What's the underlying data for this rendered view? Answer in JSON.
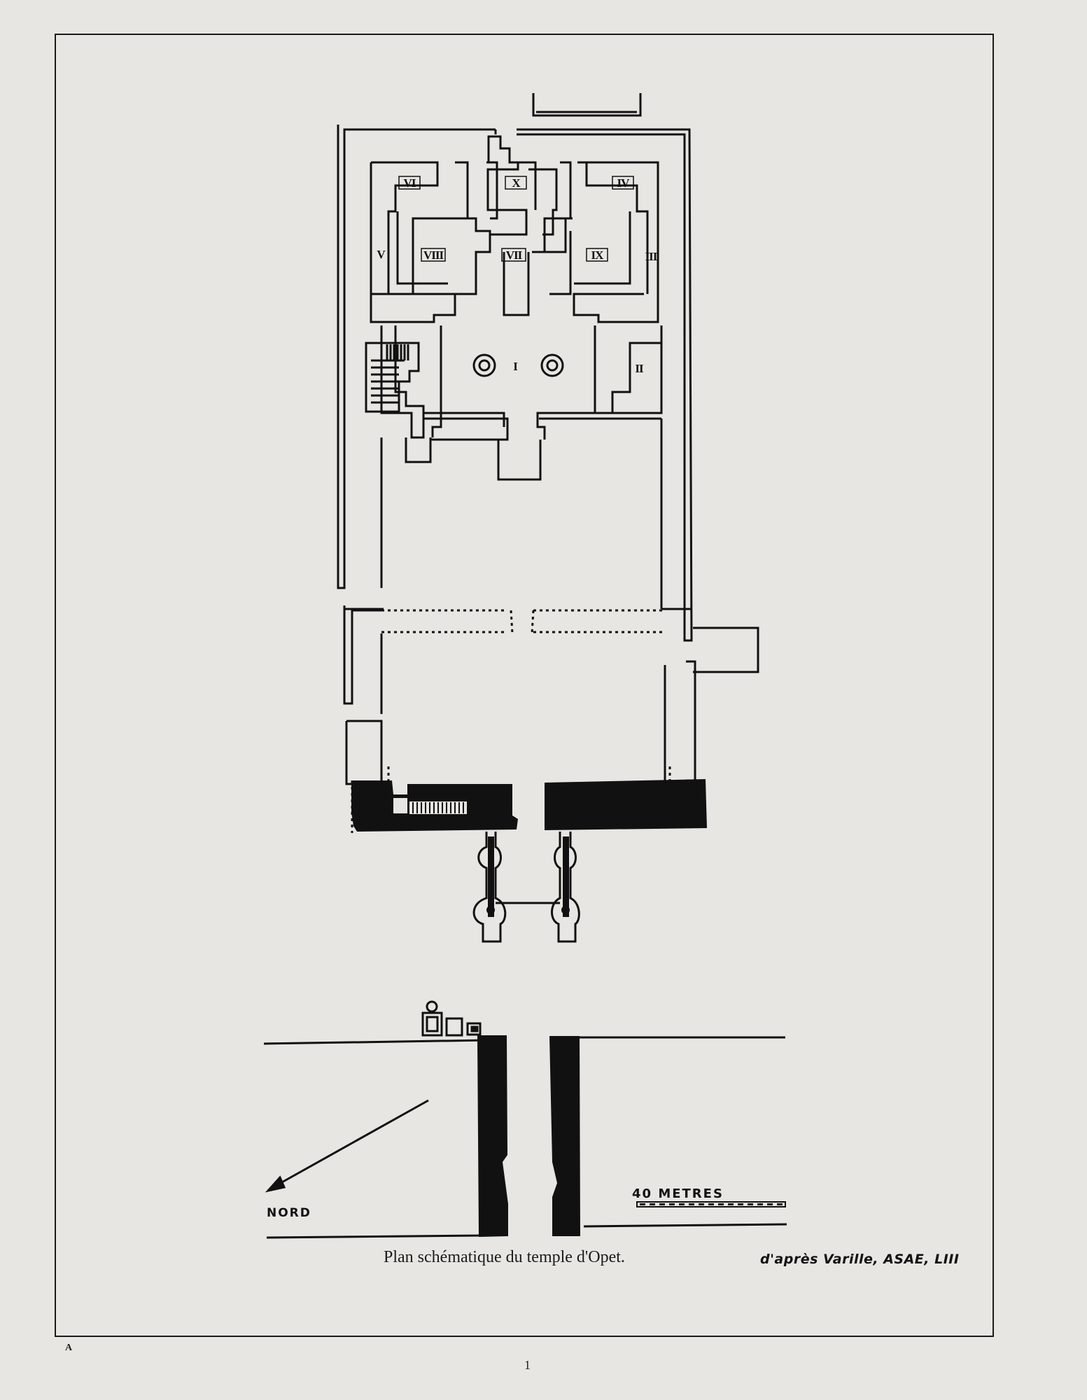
{
  "plate": {
    "caption": "Plan schématique du temple d'Opet.",
    "credit": "d'après Varille, ASAE, LIII",
    "page_letter": "A",
    "page_number": "1"
  },
  "plan": {
    "rooms": {
      "hall": "I",
      "room_2": "II",
      "room_3": "III",
      "room_4": "IV",
      "room_5": "V",
      "room_6": "VI",
      "room_7": "VII",
      "room_8": "VIII",
      "room_9": "IX",
      "room_10": "X"
    },
    "north_label": "NORD",
    "scale_label": "40 METRES"
  },
  "colors": {
    "paper": "#e7e6e2",
    "ink": "#111111"
  }
}
